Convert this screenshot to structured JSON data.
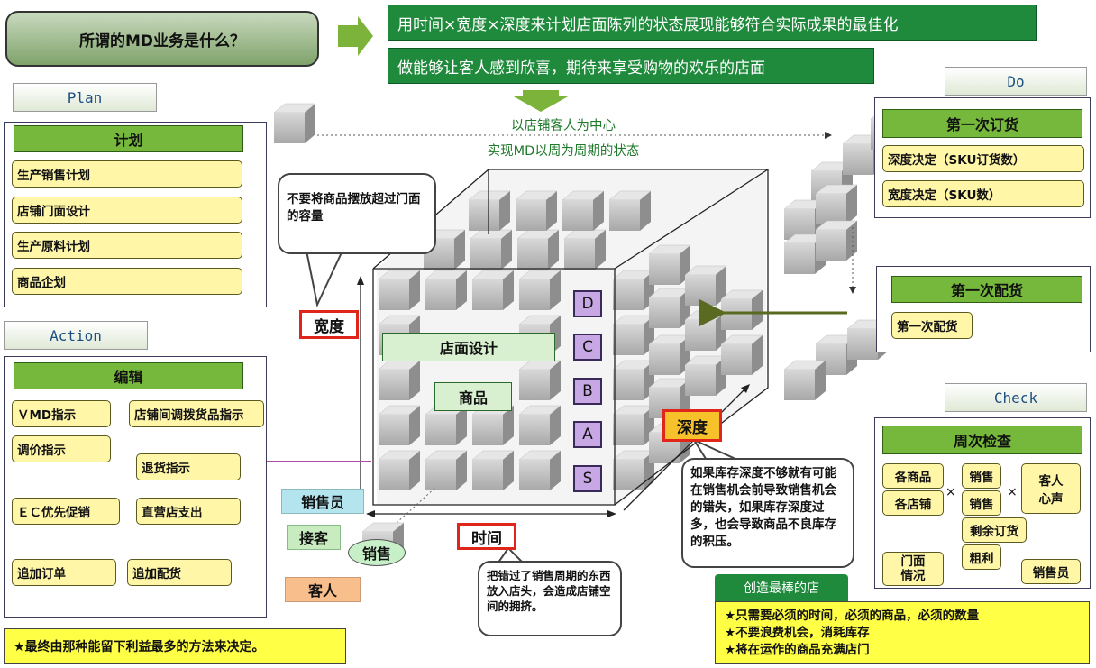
{
  "title": "所谓的MD业务是什么？",
  "banners": {
    "line1": "用时间×宽度×深度来计划店面陈列的状态展现能够符合实际成果的最佳化",
    "line2": "做能够让客人感到欣喜，期待来享受购物的欢乐的店面"
  },
  "center_labels": {
    "customer_center": "以店铺客人为中心",
    "weekly_cycle": "实现MD以周为周期的状态"
  },
  "plan": {
    "tag": "Plan",
    "header": "计划",
    "items": [
      "生产销售计划",
      "店铺门面设计",
      "生产原料计划",
      "商品企划"
    ]
  },
  "action": {
    "tag": "Action",
    "header": "编辑",
    "items": {
      "vmd": "ＶMD指示",
      "transfer": "店铺间调拨货品指示",
      "price": "调价指示",
      "return": "退货指示",
      "ec": "ＥＣ优先促销",
      "direct": "直营店支出",
      "add_order": "追加订单",
      "add_dist": "追加配货"
    }
  },
  "do": {
    "tag": "Do",
    "first_order": "第一次订货",
    "depth": "深度决定（SKU订货数）",
    "width": "宽度决定（SKU数）",
    "first_dist_header": "第一次配货",
    "first_dist_item": "第一次配货"
  },
  "check": {
    "tag": "Check",
    "header": "周次检查",
    "cells": {
      "each_product": "各商品",
      "each_store": "各店铺",
      "sales1": "销售",
      "sales2": "销售",
      "remaining": "剩余订货",
      "gross": "粗利",
      "voice": "客人\n心声",
      "storefront": "门面\n情况",
      "staff": "销售员",
      "x1": "×",
      "x2": "×"
    }
  },
  "cube": {
    "store_design": "店面设计",
    "product": "商品",
    "levels": [
      "D",
      "C",
      "B",
      "A",
      "S"
    ],
    "width": "宽度",
    "depth": "深度",
    "time": "时间"
  },
  "people": {
    "staff": "销售员",
    "reception": "接客",
    "sales": "销售",
    "customer": "客人"
  },
  "callouts": {
    "capacity": "不要将商品摆放超过门面的容量",
    "depth_note": "如果库存深度不够就有可能在销售机会前导致销售机会的错失，如果库存深度过多，也会导致商品不良库存的积压。",
    "time_note": "把错过了销售周期的东西放入店头，会造成店铺空间的拥挤。"
  },
  "best_store": {
    "tag": "创造最棒的店",
    "lines": [
      "★只需要必须的时间，必须的商品，必须的数量",
      "★不要浪费机会，消耗库存",
      "★将在运作的商品充满店门"
    ]
  },
  "footer": "★最终由那种能留下利益最多的方法来决定。",
  "colors": {
    "banner_green": "#1f8a3c",
    "header_green": "#76b83b",
    "item_yellow": "#fff6a8",
    "label_red": "#e0251b",
    "level_purple": "#c8a8e4"
  }
}
